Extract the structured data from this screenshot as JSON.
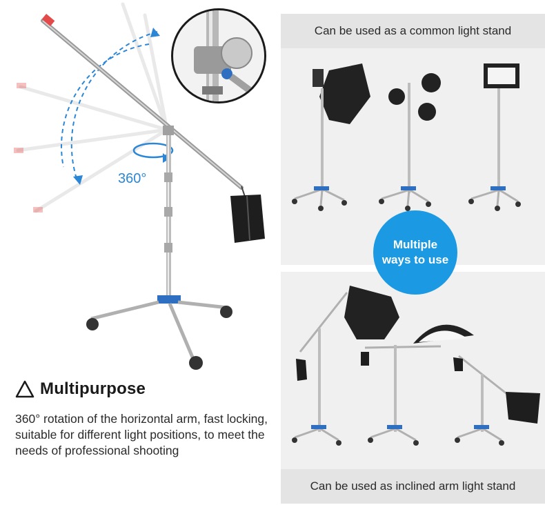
{
  "left": {
    "rotation_label": "360°",
    "feature_title": "Multipurpose",
    "feature_description": "360° rotation of the horizontal arm, fast locking, suitable for different light positions, to meet the needs of professional shooting",
    "accent_color": "#2c86d6"
  },
  "panels": {
    "top_label": "Can be used as a common light stand",
    "bottom_label": "Can be used as inclined arm light stand"
  },
  "badge": {
    "text": "Multiple ways to use",
    "color": "#1b9ae3"
  }
}
